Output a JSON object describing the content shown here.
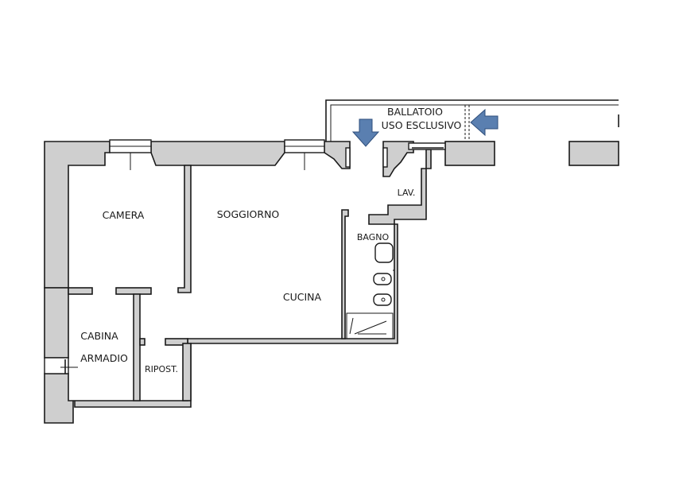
{
  "rooms": {
    "camera": "CAMERA",
    "soggiorno": "SOGGIORNO",
    "cucina": "CUCINA",
    "bagno": "BAGNO",
    "lav": "LAV.",
    "cabina_line1": "CABINA",
    "cabina_line2": "ARMADIO",
    "ripost": "RIPOST."
  },
  "ballatoio": {
    "line1": "BALLATOIO",
    "line2": "USO ESCLUSIVO"
  },
  "colors": {
    "arrow": "#5a7fb0",
    "wall_fill": "#cfcfcf",
    "line": "#1a1a1a"
  }
}
